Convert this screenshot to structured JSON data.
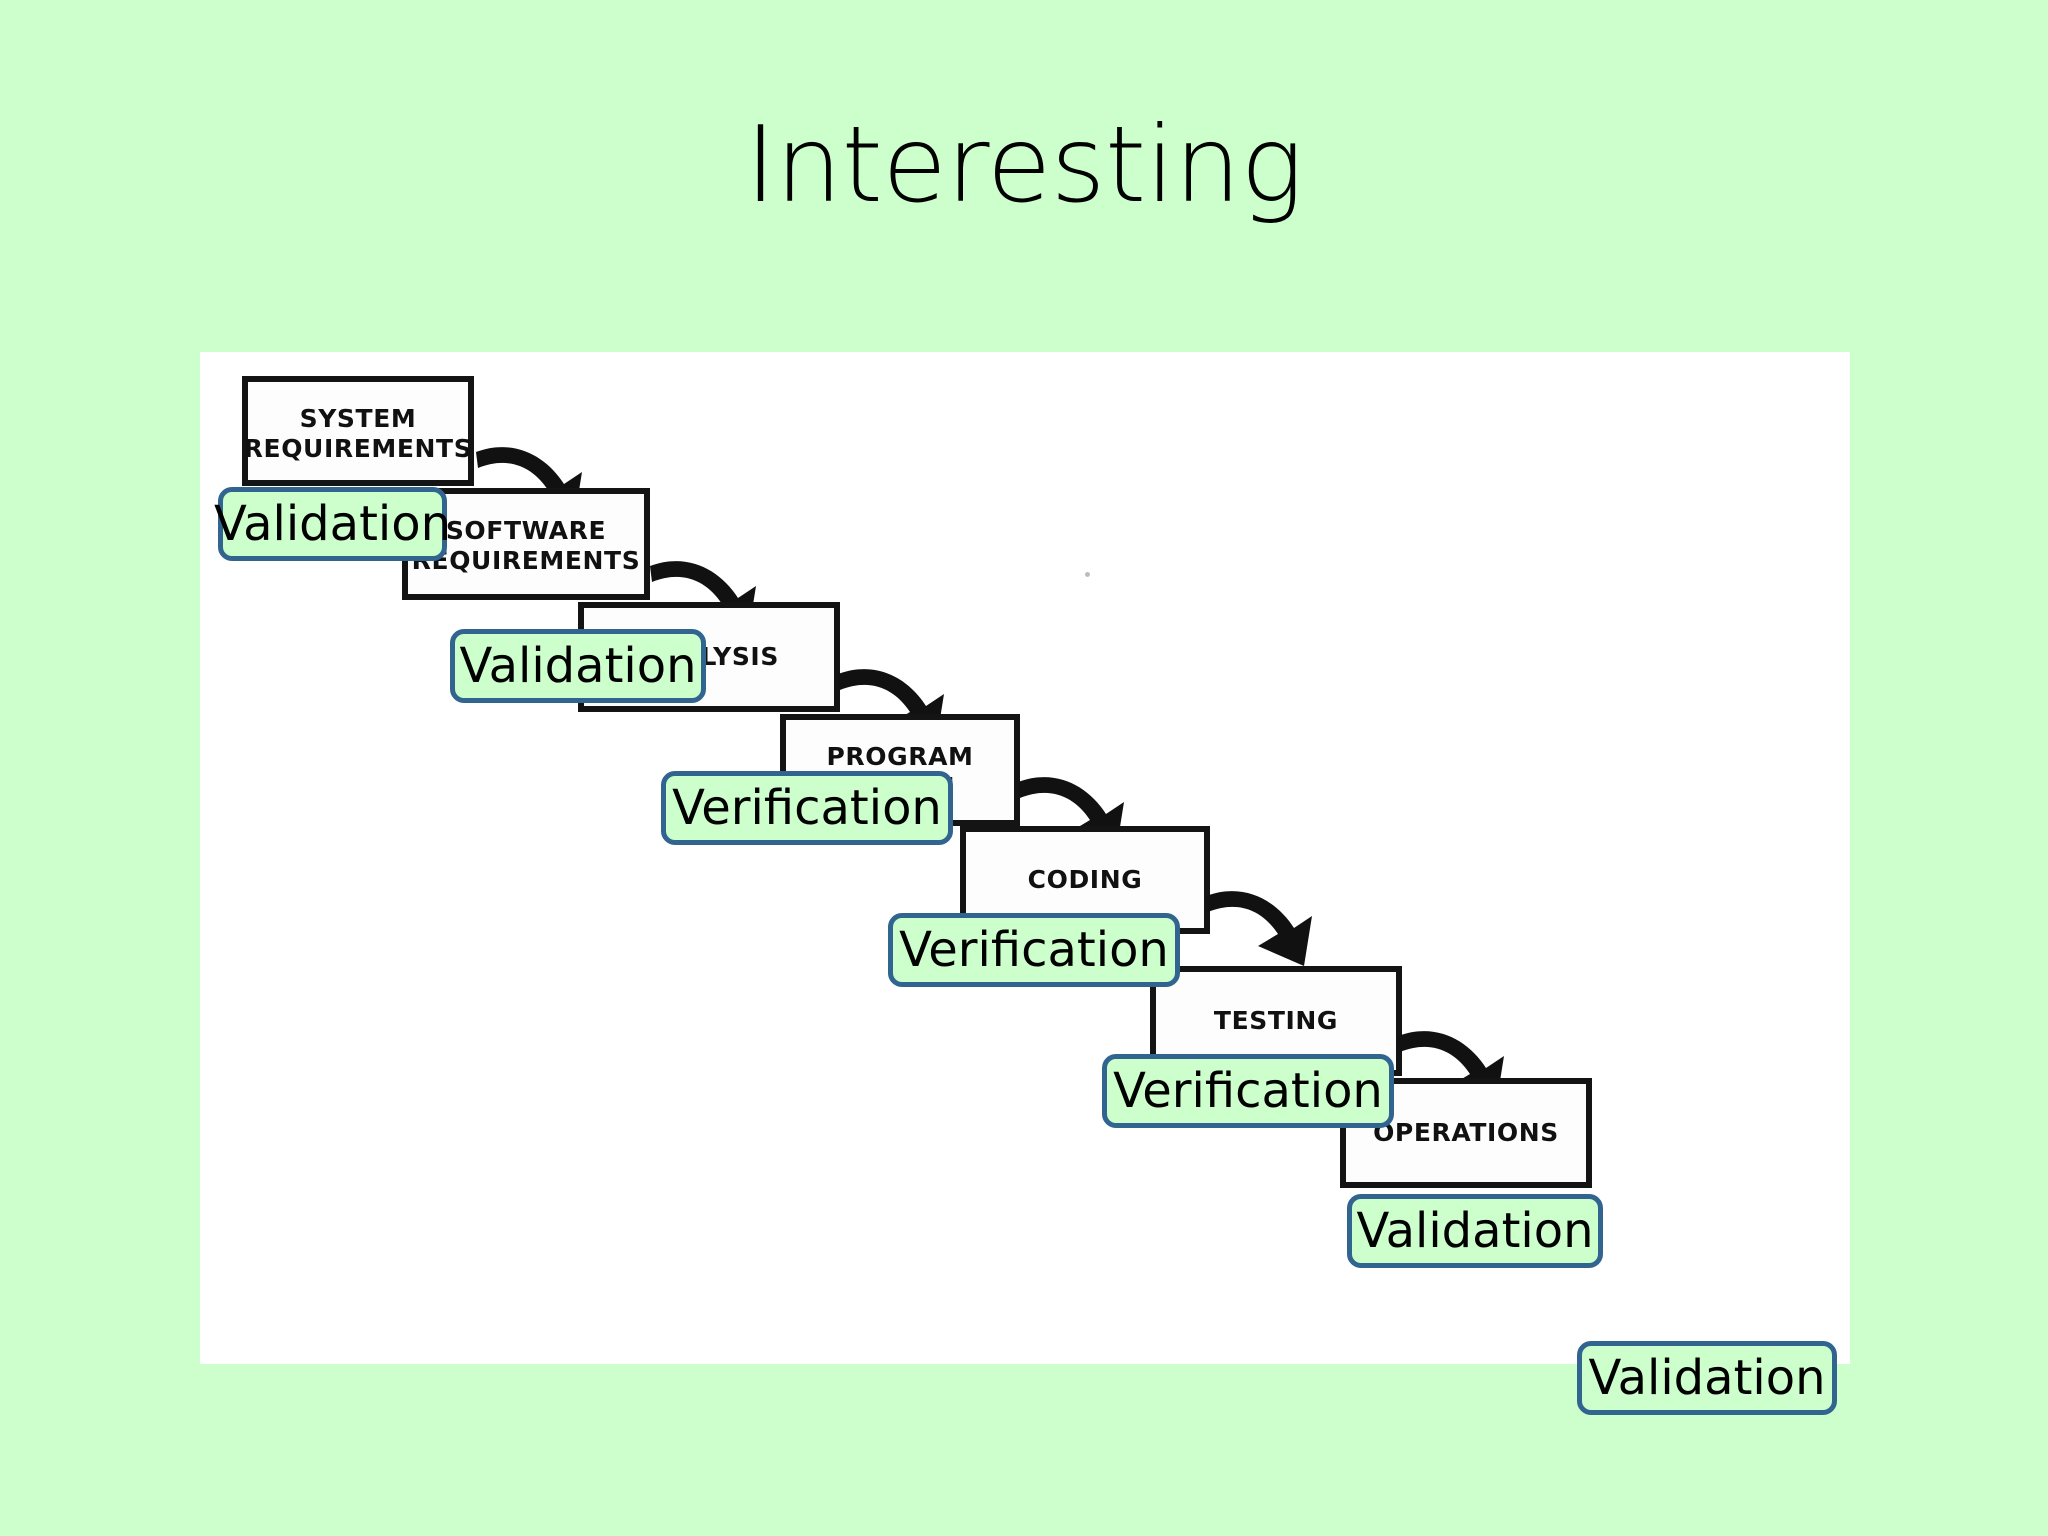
{
  "slide": {
    "title": "Interesting",
    "background_color": "#ccffcc",
    "canvas_color": "#ffffff"
  },
  "diagram": {
    "type": "waterfall-model",
    "stage_label_color": "#111111",
    "stage_border_color": "#141414",
    "stages": [
      {
        "name": "system-requirements",
        "label": "SYSTEM\nREQUIREMENTS"
      },
      {
        "name": "software-requirements",
        "label": "SOFTWARE\nREQUIREMENTS"
      },
      {
        "name": "analysis",
        "label": "ANALYSIS"
      },
      {
        "name": "program-design",
        "label": "PROGRAM\nDESIGN"
      },
      {
        "name": "coding",
        "label": "CODING"
      },
      {
        "name": "testing",
        "label": "TESTING"
      },
      {
        "name": "operations",
        "label": "OPERATIONS"
      }
    ]
  },
  "callouts": {
    "fill_color": "#ccffcc",
    "border_color": "#31658f",
    "items": [
      {
        "name": "callout-system-requirements",
        "label": "Validation"
      },
      {
        "name": "callout-software-requirements",
        "label": "Validation"
      },
      {
        "name": "callout-analysis",
        "label": "Verification"
      },
      {
        "name": "callout-program-design",
        "label": "Verification"
      },
      {
        "name": "callout-coding",
        "label": "Verification"
      },
      {
        "name": "callout-testing",
        "label": "Validation"
      },
      {
        "name": "callout-operations",
        "label": "Validation"
      }
    ]
  }
}
